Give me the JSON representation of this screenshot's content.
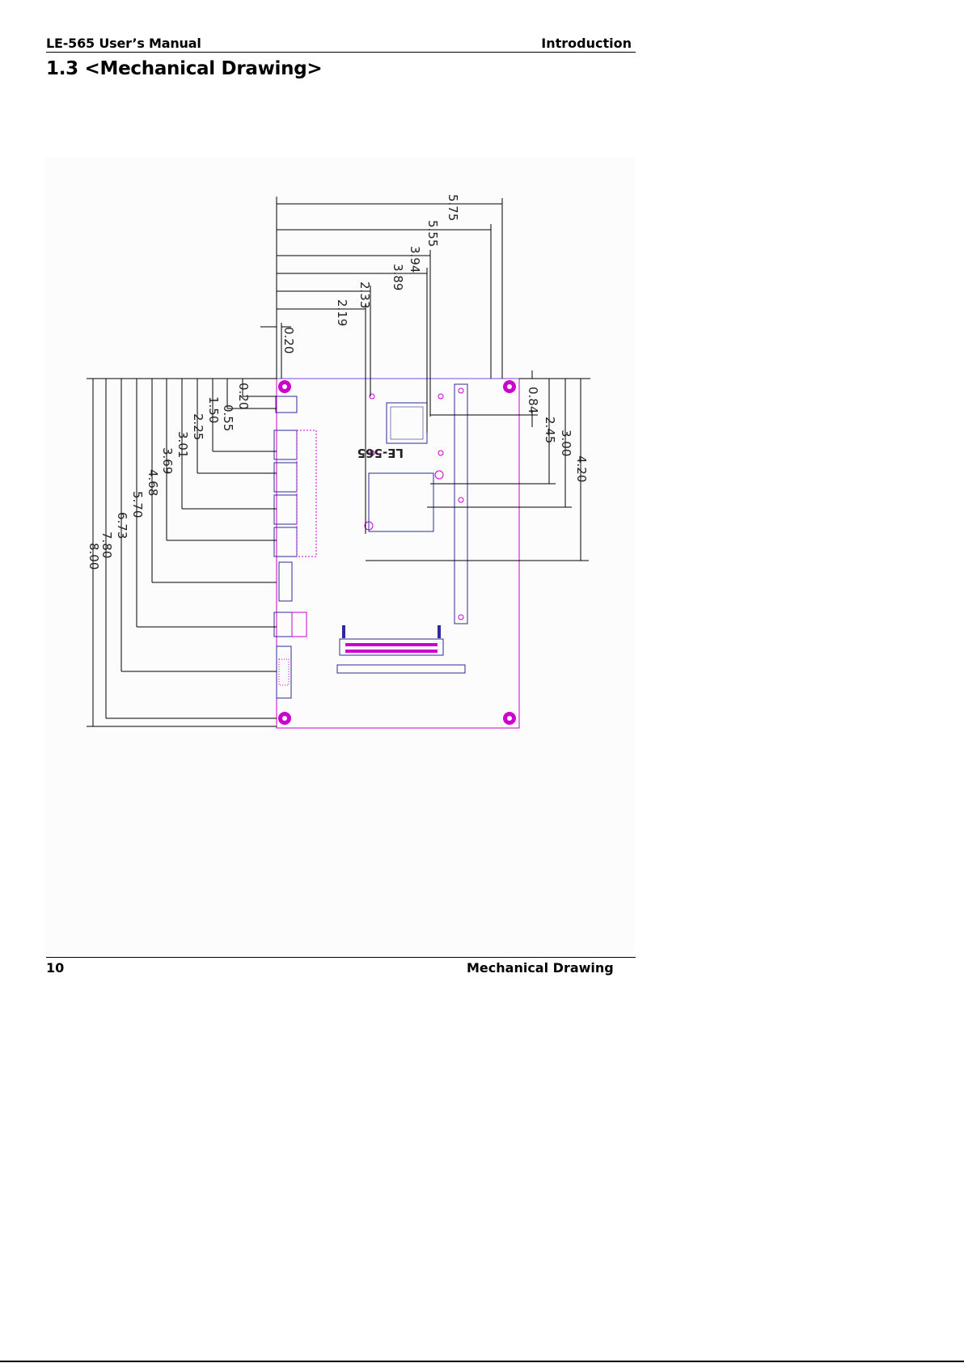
{
  "header": {
    "left": "LE-565 User’s Manual",
    "right": "Introduction"
  },
  "title": "1.3 <Mechanical Drawing>",
  "drawing": {
    "board_label": "LE-565",
    "top_dims": [
      "5.75",
      "5.55",
      "3.94",
      "3.89",
      "2.33",
      "2.19",
      "0.20"
    ],
    "left_dims": [
      "0.20",
      "0.55",
      "1.50",
      "2.25",
      "3.01",
      "3.69",
      "4.68",
      "5.70",
      "6.73",
      "7.80",
      "8.00"
    ],
    "right_dims": [
      "0.84",
      "2.45",
      "3.00",
      "4.20"
    ],
    "colors": {
      "outline": "#cc00cc",
      "hole": "#cc00cc",
      "lines": "#000000",
      "component": "#2b2b9a",
      "background": "#fcfcfc"
    }
  },
  "footer": {
    "page_number": "10",
    "section": "Mechanical Drawing"
  }
}
